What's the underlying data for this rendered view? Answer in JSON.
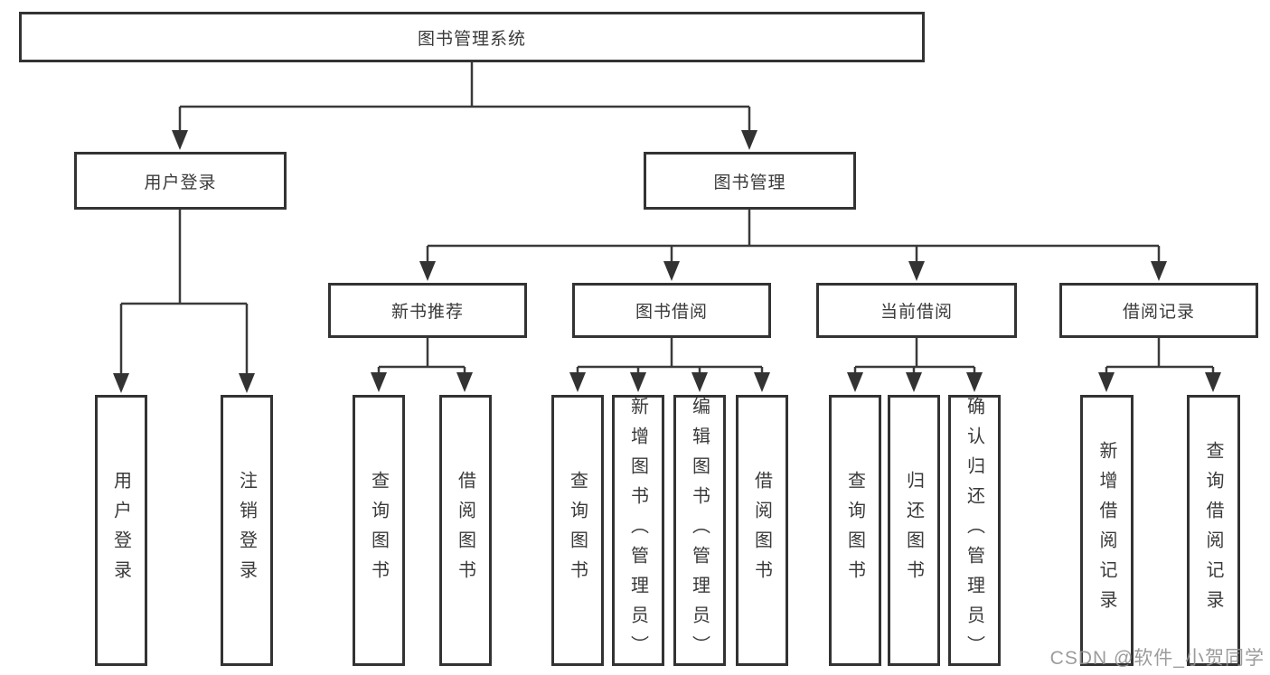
{
  "watermark": "CSDN @软件_小贺同学",
  "tree": {
    "root": {
      "label": "图书管理系统",
      "children": [
        {
          "label": "用户登录",
          "children": [
            {
              "label": "用户登录"
            },
            {
              "label": "注销登录"
            }
          ]
        },
        {
          "label": "图书管理",
          "children": [
            {
              "label": "新书推荐",
              "children": [
                {
                  "label": "查询图书"
                },
                {
                  "label": "借阅图书"
                }
              ]
            },
            {
              "label": "图书借阅",
              "children": [
                {
                  "label": "查询图书"
                },
                {
                  "label": "新增图书（管理员）"
                },
                {
                  "label": "编辑图书（管理员）"
                },
                {
                  "label": "借阅图书"
                }
              ]
            },
            {
              "label": "当前借阅",
              "children": [
                {
                  "label": "查询图书"
                },
                {
                  "label": "归还图书"
                },
                {
                  "label": "确认归还（管理员）"
                }
              ]
            },
            {
              "label": "借阅记录",
              "children": [
                {
                  "label": "新增借阅记录"
                },
                {
                  "label": "查询借阅记录"
                }
              ]
            }
          ]
        }
      ]
    }
  }
}
